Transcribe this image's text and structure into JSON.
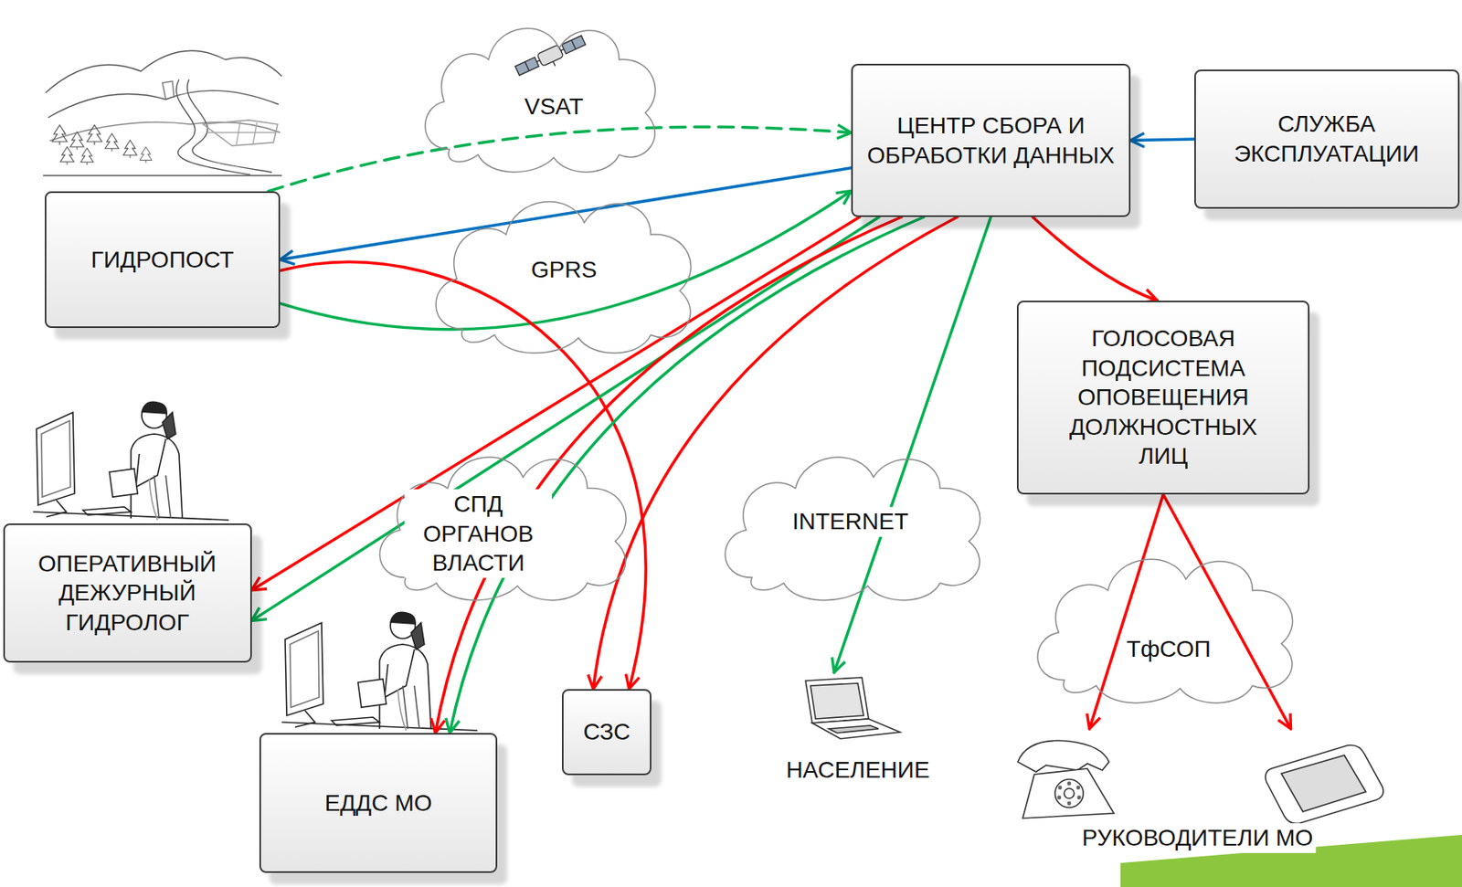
{
  "diagram": {
    "nodes": [
      {
        "text": [
          "VSAT"
        ]
      },
      {
        "text": [
          "ЦЕНТР СБОРА И ОБРАБОТКИ ДАННЫХ"
        ]
      },
      {
        "text": [
          "СЛУЖБА ЭКСПЛУАТАЦИИ"
        ]
      },
      {
        "text": [
          "ГИДРОПОСТ"
        ]
      },
      {
        "text": [
          "GPRS"
        ]
      },
      {
        "text": [
          "ГОЛОСОВАЯ ПОДСИСТЕМА ОПОВЕЩЕНИЯ ДОЛЖНОСТНЫХ ЛИЦ"
        ]
      },
      {
        "text": [
          "ОПЕРАТИВНЫЙ ДЕЖУРНЫЙ ГИДРОЛОГ"
        ]
      },
      {
        "text": [
          "СПД ОРГАНОВ ВЛАСТИ"
        ]
      },
      {
        "text": [
          "INTERNET"
        ]
      },
      {
        "text": [
          "ТфСОП"
        ]
      },
      {
        "text": [
          "ЕДДС МО"
        ]
      },
      {
        "text": [
          "СЗС"
        ]
      },
      {
        "text": [
          "НАСЕЛЕНИЕ"
        ]
      },
      {
        "text": [
          "РУКОВОДИТЕЛИ МО"
        ]
      }
    ],
    "edges": [
      {
        "from": 3,
        "to": 1,
        "arrow": "to"
      },
      {
        "from": 1,
        "to": 3,
        "arrow": "to"
      },
      {
        "from": 2,
        "to": 1,
        "arrow": "to"
      },
      {
        "from": 3,
        "to": 1,
        "arrow": "to"
      },
      {
        "from": 3,
        "to": 11,
        "arrow": "to"
      },
      {
        "from": 1,
        "to": 6,
        "arrow": "to"
      },
      {
        "from": 1,
        "to": 6,
        "arrow": "to"
      },
      {
        "from": 1,
        "to": 10,
        "arrow": "to"
      },
      {
        "from": 1,
        "to": 10,
        "arrow": "to"
      },
      {
        "from": 1,
        "to": 11,
        "arrow": "to"
      },
      {
        "from": 1,
        "to": 12,
        "arrow": "to"
      },
      {
        "from": 1,
        "to": 5,
        "arrow": "to"
      },
      {
        "from": 5,
        "to": 13,
        "arrow": "to"
      },
      {
        "from": 5,
        "to": 13,
        "arrow": "to"
      }
    ]
  }
}
